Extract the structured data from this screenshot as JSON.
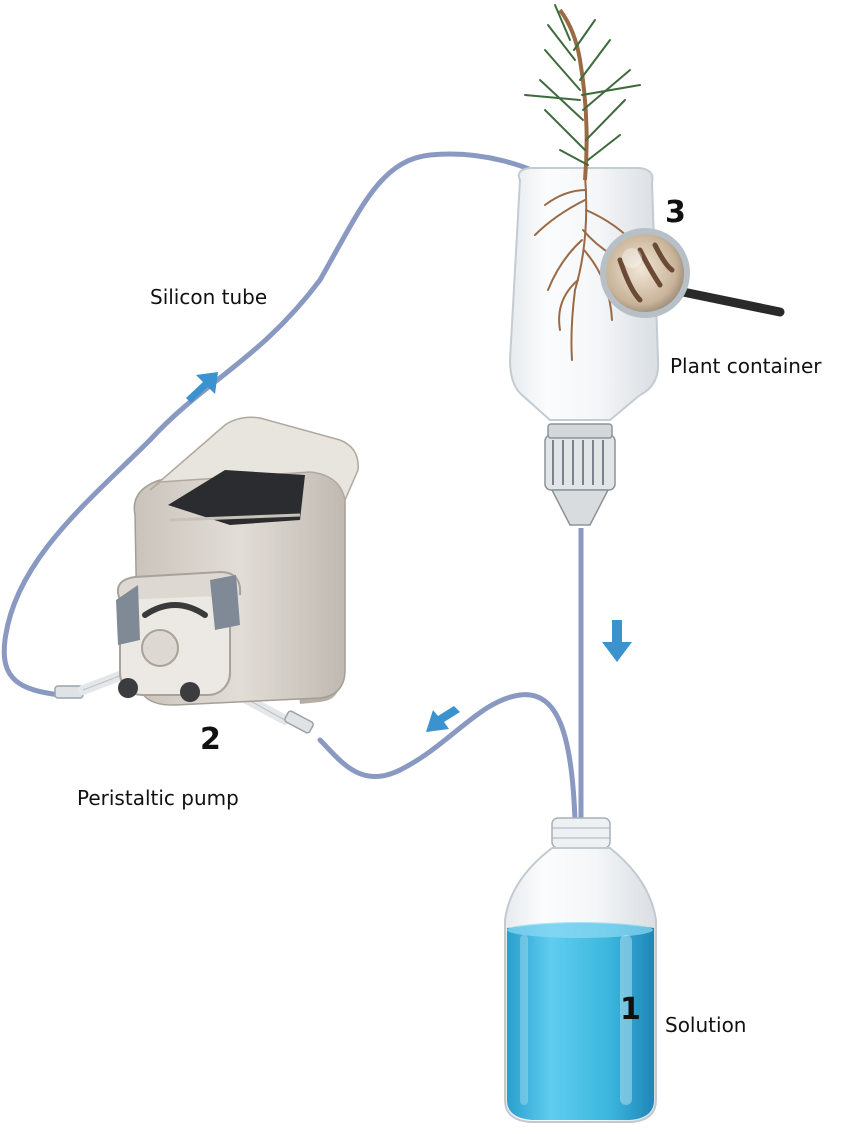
{
  "labels": {
    "silicon_tube": "Silicon tube",
    "plant_container": "Plant container",
    "peristaltic_pump": "Peristaltic pump",
    "solution": "Solution"
  },
  "numbers": {
    "solution": "1",
    "pump": "2",
    "plant": "3"
  },
  "colors": {
    "tube": "#8a99c2",
    "arrow": "#3a92cf",
    "liquid": "#3bb6dd",
    "pump_body": "#d8d3cc",
    "root": "#9a6a45",
    "needle": "#3e6b3c"
  },
  "icons": {
    "flow_arrows": "flow-arrow-icon",
    "magnifier": "magnifying-glass-icon"
  }
}
